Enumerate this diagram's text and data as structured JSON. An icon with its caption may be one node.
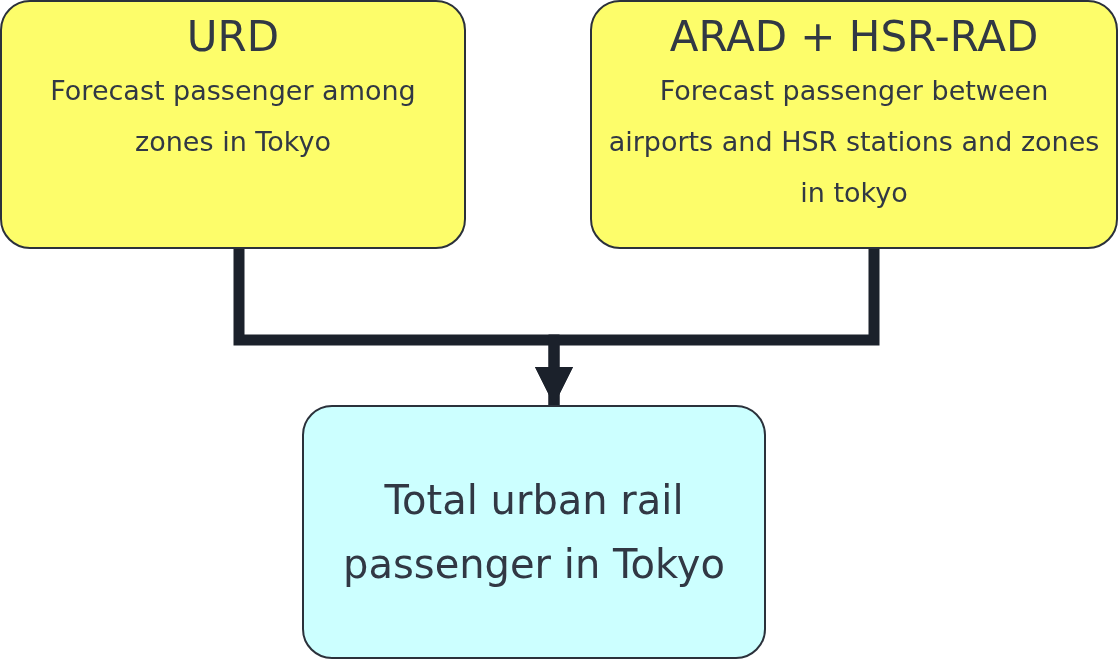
{
  "diagram": {
    "nodes": [
      {
        "text": [
          "URD",
          "Forecast passenger among zones in Tokyo"
        ]
      },
      {
        "text": [
          "ARAD + HSR-RAD",
          "Forecast passenger between airports and HSR stations and zones in tokyo"
        ]
      },
      {
        "text": [
          "Total urban rail passenger in Tokyo"
        ]
      }
    ],
    "edges": [
      {
        "from": 0,
        "to": 2,
        "arrow": "to"
      },
      {
        "from": 1,
        "to": 2,
        "arrow": "to"
      }
    ]
  }
}
